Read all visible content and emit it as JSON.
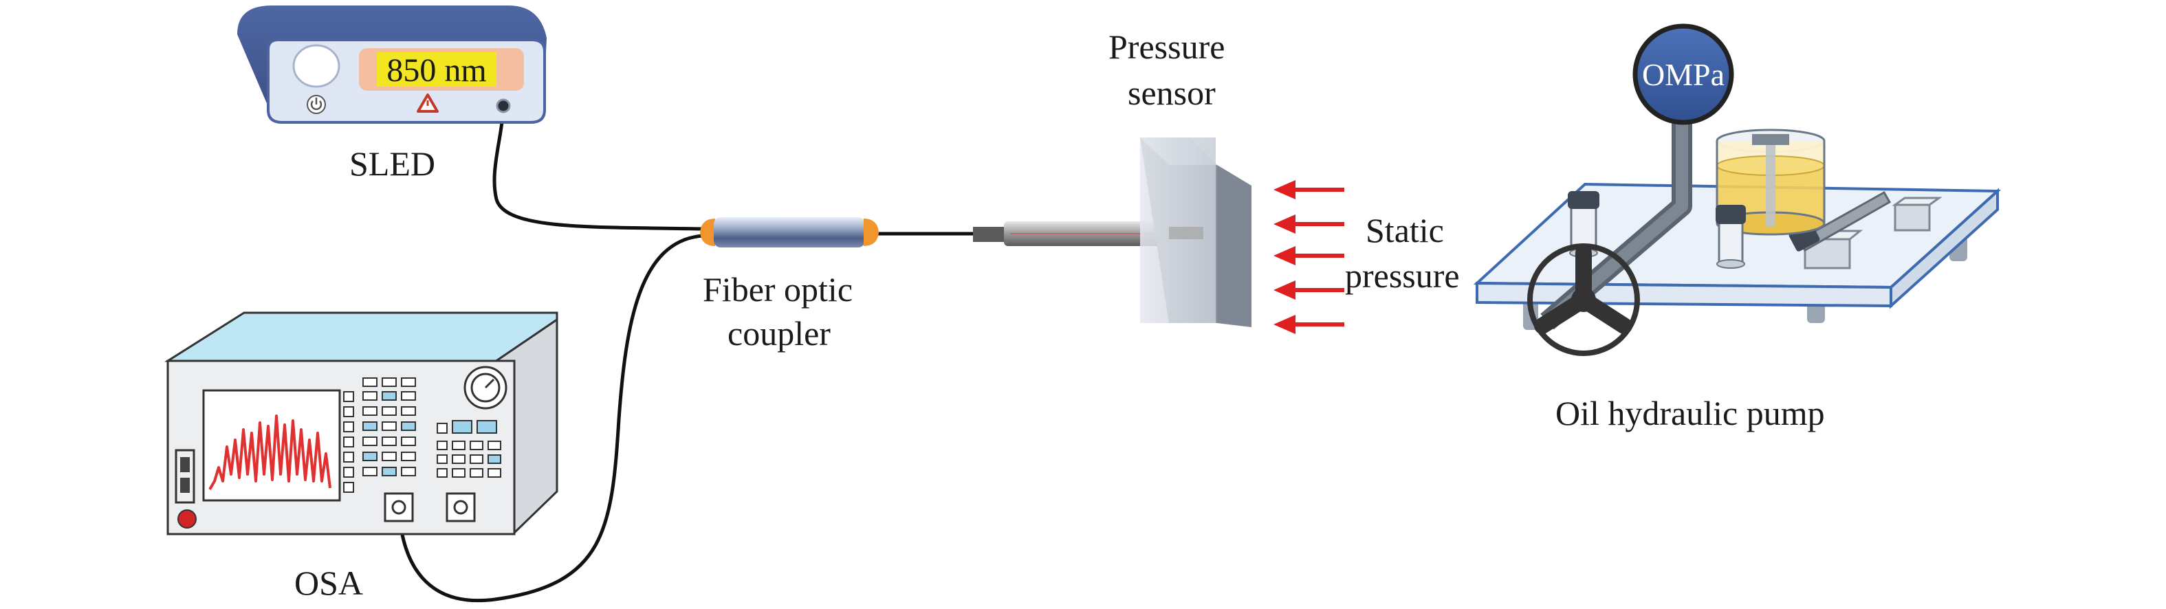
{
  "labels": {
    "sled": "SLED",
    "sled_display": "850 nm",
    "osa": "OSA",
    "coupler_line1": "Fiber optic",
    "coupler_line2": "coupler",
    "sensor_line1": "Pressure",
    "sensor_line2": "sensor",
    "static_line1": "Static",
    "static_line2": "pressure",
    "pump": "Oil hydraulic pump",
    "gauge_reading": "OMPa"
  },
  "icons": [
    "power-icon",
    "warning-icon"
  ],
  "colors": {
    "arrow": "#e02020",
    "sled_body": "#5b74ad",
    "lcd_bg": "#f4bfa0",
    "lcd_text_bg": "#f2e620",
    "oil": "#f2cf5a",
    "coupler_end": "#f0962c",
    "osa_top": "#bfe6f5",
    "spectrum": "#e03030"
  }
}
